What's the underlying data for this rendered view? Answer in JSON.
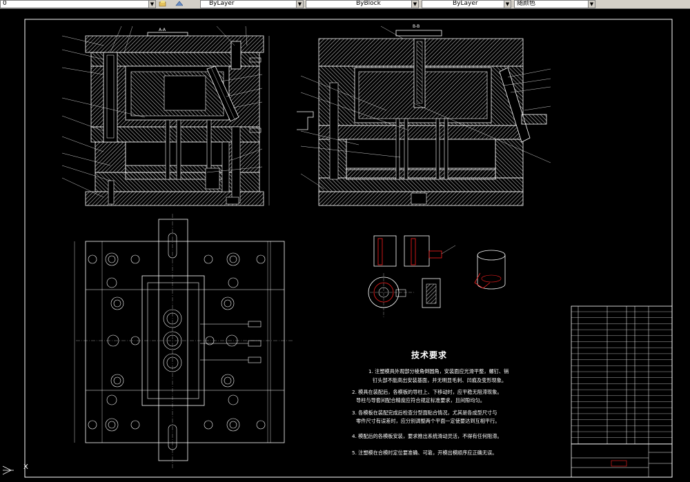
{
  "toolbar": {
    "layer_value": "0",
    "color_value": "ByLayer",
    "linetype_value": "ByBlock",
    "lineweight_value": "ByLayer",
    "plotstyle_value": "随颜色"
  },
  "drawing": {
    "section_a_label": "A-A",
    "section_b_label": "B-B",
    "tech_requirements": {
      "title": "技术要求",
      "lines": [
        "1. 注塑模具外观部分棱角倒圆角，安装面应光滑平整，螺钉、销",
        "钉头部不能高出安装基面，并无明显毛刺、凹痕及变形现象。",
        "2. 模具在装配后，各模板的导柱上、下移动时，应平稳无阻滞现象。",
        "导柱与导套间配合精度应符合规定标准要求，且间隙均匀。",
        "3. 各模板在装配完成后检查分型面贴合情况，尤其是各成型尺寸与",
        "零件尺寸有误差时，应分别调整两个平面一定使要达到互相平行。",
        "4. 模配后的各模板安装，要求推出系统滑动灵活，不得有任何阻滞。",
        "5. 注塑模在合模时定位要准确、可靠，开模出模顺序应正确无误。"
      ]
    },
    "ucs_label": "X",
    "colors": {
      "lines": "#ffffff",
      "hatch": "#bfbfbf",
      "accent": "#ff2020"
    }
  }
}
